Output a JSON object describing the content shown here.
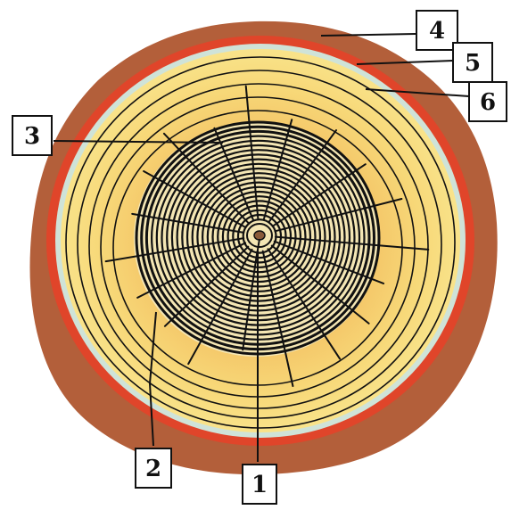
{
  "labels": [
    {
      "id": "1",
      "text": "1"
    },
    {
      "id": "2",
      "text": "2"
    },
    {
      "id": "3",
      "text": "3"
    },
    {
      "id": "4",
      "text": "4"
    },
    {
      "id": "5",
      "text": "5"
    },
    {
      "id": "6",
      "text": "6"
    }
  ],
  "colors": {
    "bark_outer": "#b35f3a",
    "bark_inner": "#e0452a",
    "cambium": "#cfe3d8",
    "sapwood_light": "#f7dc7a",
    "sapwood_mid": "#f2b85c",
    "heartwood_bg": "#f4e6b4",
    "lines": "#111111"
  }
}
